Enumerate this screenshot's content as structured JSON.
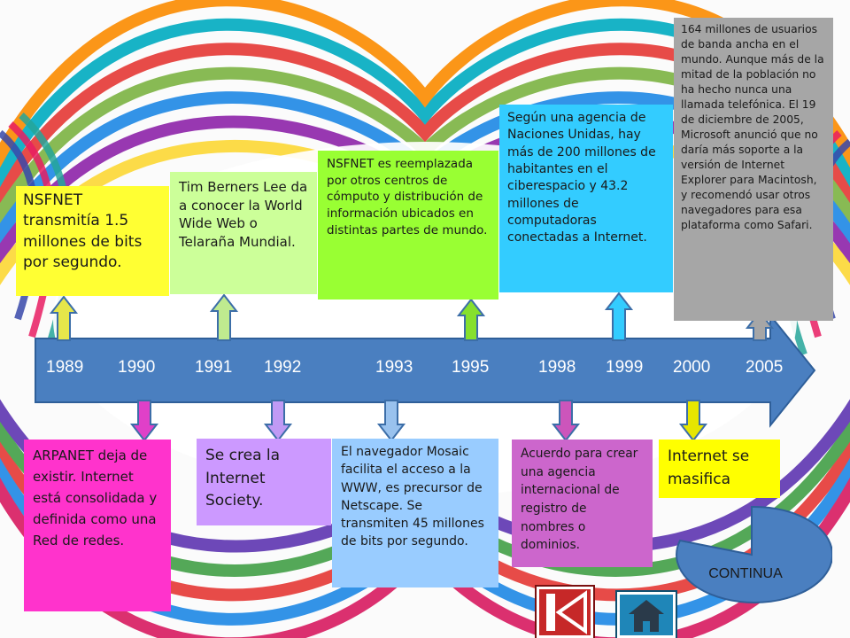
{
  "colors": {
    "timeline": "#4a7fc0",
    "timeline_edge": "#2f5f99"
  },
  "years": [
    "1989",
    "1990",
    "1991",
    "1992",
    "1993",
    "1995",
    "1998",
    "1999",
    "2000",
    "2005"
  ],
  "events_top": [
    {
      "text": "NSFNET transmitía 1.5 millones de bits por segundo.",
      "color": "#ffff33",
      "arrow_color": "#e6e64a"
    },
    {
      "text": "Tim Berners  Lee da a conocer la World Wide Web o Telaraña Mundial.",
      "color": "#ccff99",
      "arrow_color": "#bfea8f"
    },
    {
      "text": "NSFNET es reemplazada por otros centros de cómputo y distribución de\ninformación ubicados en distintas partes de mundo.",
      "color": "#99ff33",
      "arrow_color": "#86e02d"
    },
    {
      "text": "Según una agencia de Naciones Unidas, hay más de 200 millones de habitantes en el ciberespacio y 43.2 millones de computadoras conectadas a Internet.",
      "color": "#33ccff",
      "arrow_color": "#33ccff"
    },
    {
      "text": "164 millones de usuarios de banda ancha en el mundo. Aunque más de la\nmitad de la población no ha hecho nunca una llamada telefónica. El 19 de diciembre de 2005, Microsoft anunció que no daría más soporte a la versión de Internet Explorer para Macintosh, y recomendó usar otros navegadores para esa plataforma como Safari.",
      "color": "#a6a6a6",
      "arrow_color": "#a6a6a6"
    }
  ],
  "events_bottom": [
    {
      "text": "ARPANET deja de existir. Internet está consolidada y definida como una Red de redes.",
      "color": "#ff33cc",
      "arrow_color": "#e040c8"
    },
    {
      "text": "Se crea la Internet Society.",
      "color": "#cc99ff",
      "arrow_color": "#c09af5"
    },
    {
      "text": "El navegador Mosaic facilita el acceso a la WWW, es precursor de  Netscape. Se transmiten 45 millones de bits por segundo.",
      "color": "#99ccff",
      "arrow_color": "#99c2ee"
    },
    {
      "text": "Acuerdo para crear una agencia internacional de registro de nombres o dominios.",
      "color": "#cc66cc",
      "arrow_color": "#cc55bb"
    },
    {
      "text": "Internet se masifica",
      "color": "#ffff00",
      "arrow_color": "#e6e600"
    }
  ],
  "continue_label": "CONTINUA",
  "nav": {
    "back_icon": "skip-back-icon",
    "home_icon": "home-icon"
  }
}
